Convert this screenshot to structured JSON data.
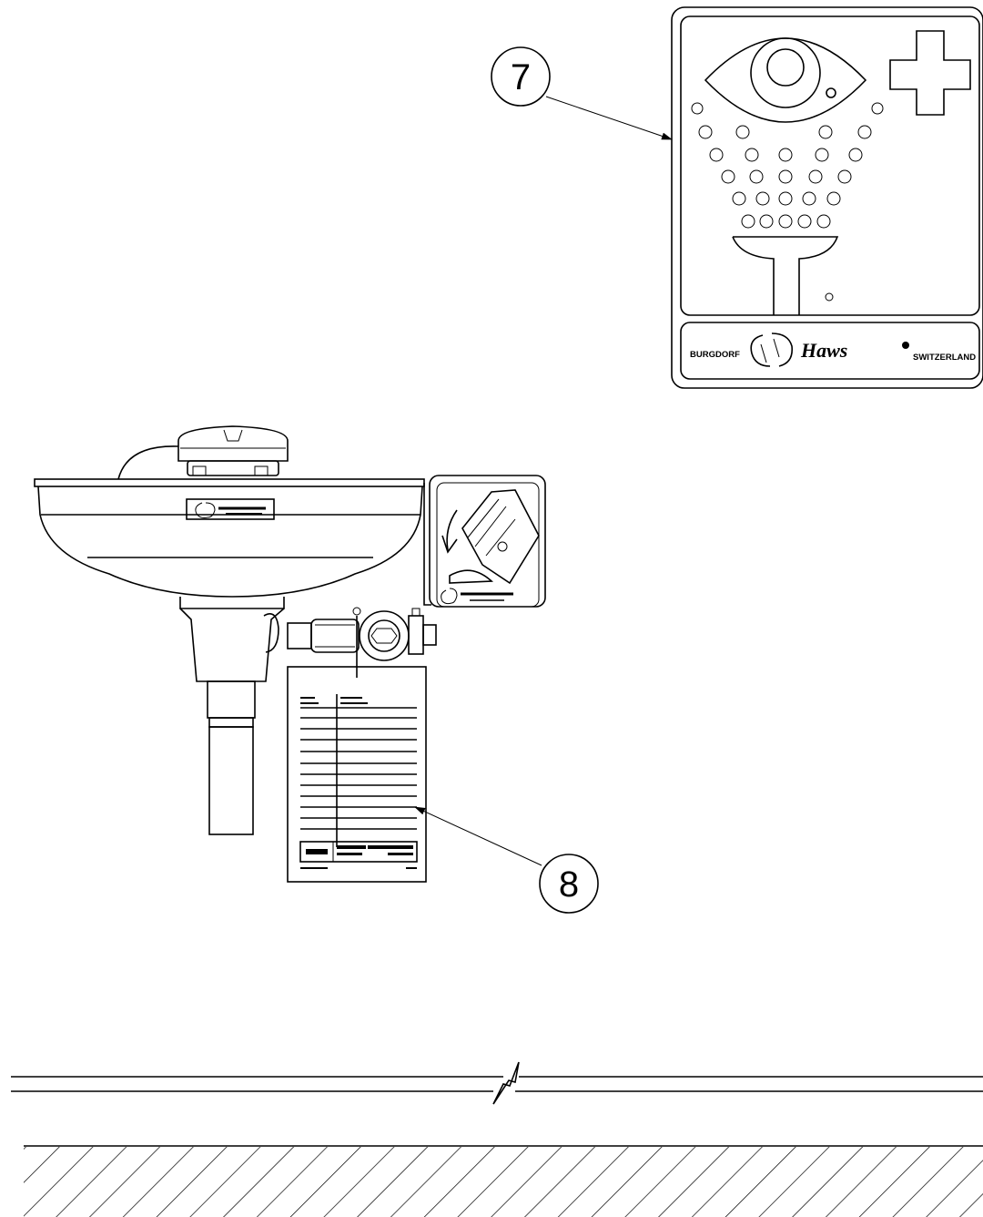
{
  "callouts": [
    {
      "id": "callout-7",
      "number": "7"
    },
    {
      "id": "callout-8",
      "number": "8"
    }
  ],
  "sign": {
    "left_text": "BURGDORF",
    "brand": "Haws",
    "right_text": "SWITZERLAND"
  },
  "icons": [
    "eye-icon",
    "first-aid-cross-icon",
    "spray-dots-icon",
    "fountain-bowl-icon",
    "hand-push-icon",
    "inspection-tag-icon"
  ]
}
